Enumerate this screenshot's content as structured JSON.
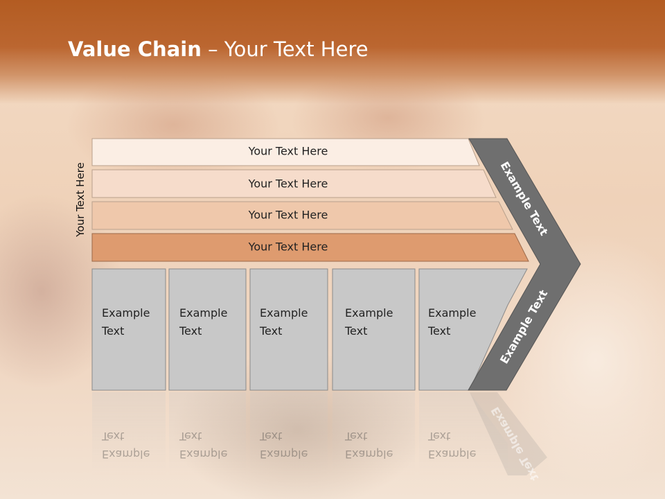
{
  "title": {
    "bold": "Value Chain",
    "rest": " – Your Text Here"
  },
  "side_label": "Your Text Here",
  "bands": [
    {
      "label": "Your Text Here",
      "color": "#fbeee4"
    },
    {
      "label": "Your Text Here",
      "color": "#f6dccb"
    },
    {
      "label": "Your Text Here",
      "color": "#efc8ab"
    },
    {
      "label": "Your Text Here",
      "color": "#de9b6f"
    }
  ],
  "boxes": [
    {
      "line1": "Example",
      "line2": "Text"
    },
    {
      "line1": "Example",
      "line2": "Text"
    },
    {
      "line1": "Example",
      "line2": "Text"
    },
    {
      "line1": "Example",
      "line2": "Text"
    },
    {
      "line1": "Example",
      "line2": "Text"
    }
  ],
  "chevron": {
    "upper_label": "Example Text",
    "lower_label": "Example Text"
  },
  "colors": {
    "header": "#b35c22",
    "chevron": "#6f6f6f",
    "box": "#c8c8c8"
  }
}
